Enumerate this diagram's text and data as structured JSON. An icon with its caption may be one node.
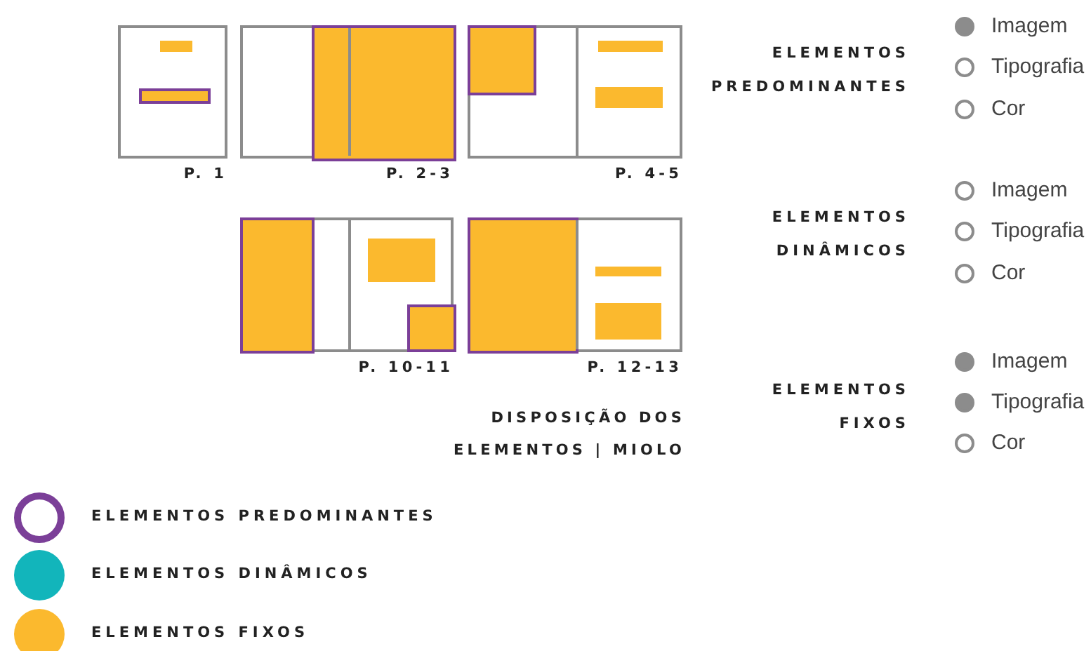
{
  "diagram": {
    "caption": "DISPOSIÇÃO DOS ELEMENTOS | MIOLO",
    "nodes": [
      {
        "text": [],
        "shape": "box",
        "beside": [
          "P. 1"
        ]
      },
      {
        "text": [],
        "shape": "box",
        "beside": [
          "P. 2-3"
        ]
      },
      {
        "text": [],
        "shape": "box",
        "beside": [
          "P. 4-5"
        ]
      },
      {
        "text": [],
        "shape": "box",
        "beside": [
          "P. 10-11"
        ]
      },
      {
        "text": [],
        "shape": "box",
        "beside": [
          "P. 12-13"
        ]
      }
    ],
    "edges": [],
    "labels": [
      "ELEMENTOS PREDOMINANTES",
      "Imagem",
      "Tipografia",
      "Cor",
      "ELEMENTOS DINÂMICOS",
      "Imagem",
      "Tipografia",
      "Cor",
      "ELEMENTOS FIXOS",
      "Imagem",
      "Tipografia",
      "Cor"
    ],
    "legend": [
      {
        "text": "ELEMENTOS PREDOMINANTES",
        "color": "#7b3f98"
      },
      {
        "text": "ELEMENTOS DINÂMICOS",
        "color": "#12b5bb"
      },
      {
        "text": "ELEMENTOS FIXOS",
        "color": "#fbb92e"
      }
    ]
  }
}
